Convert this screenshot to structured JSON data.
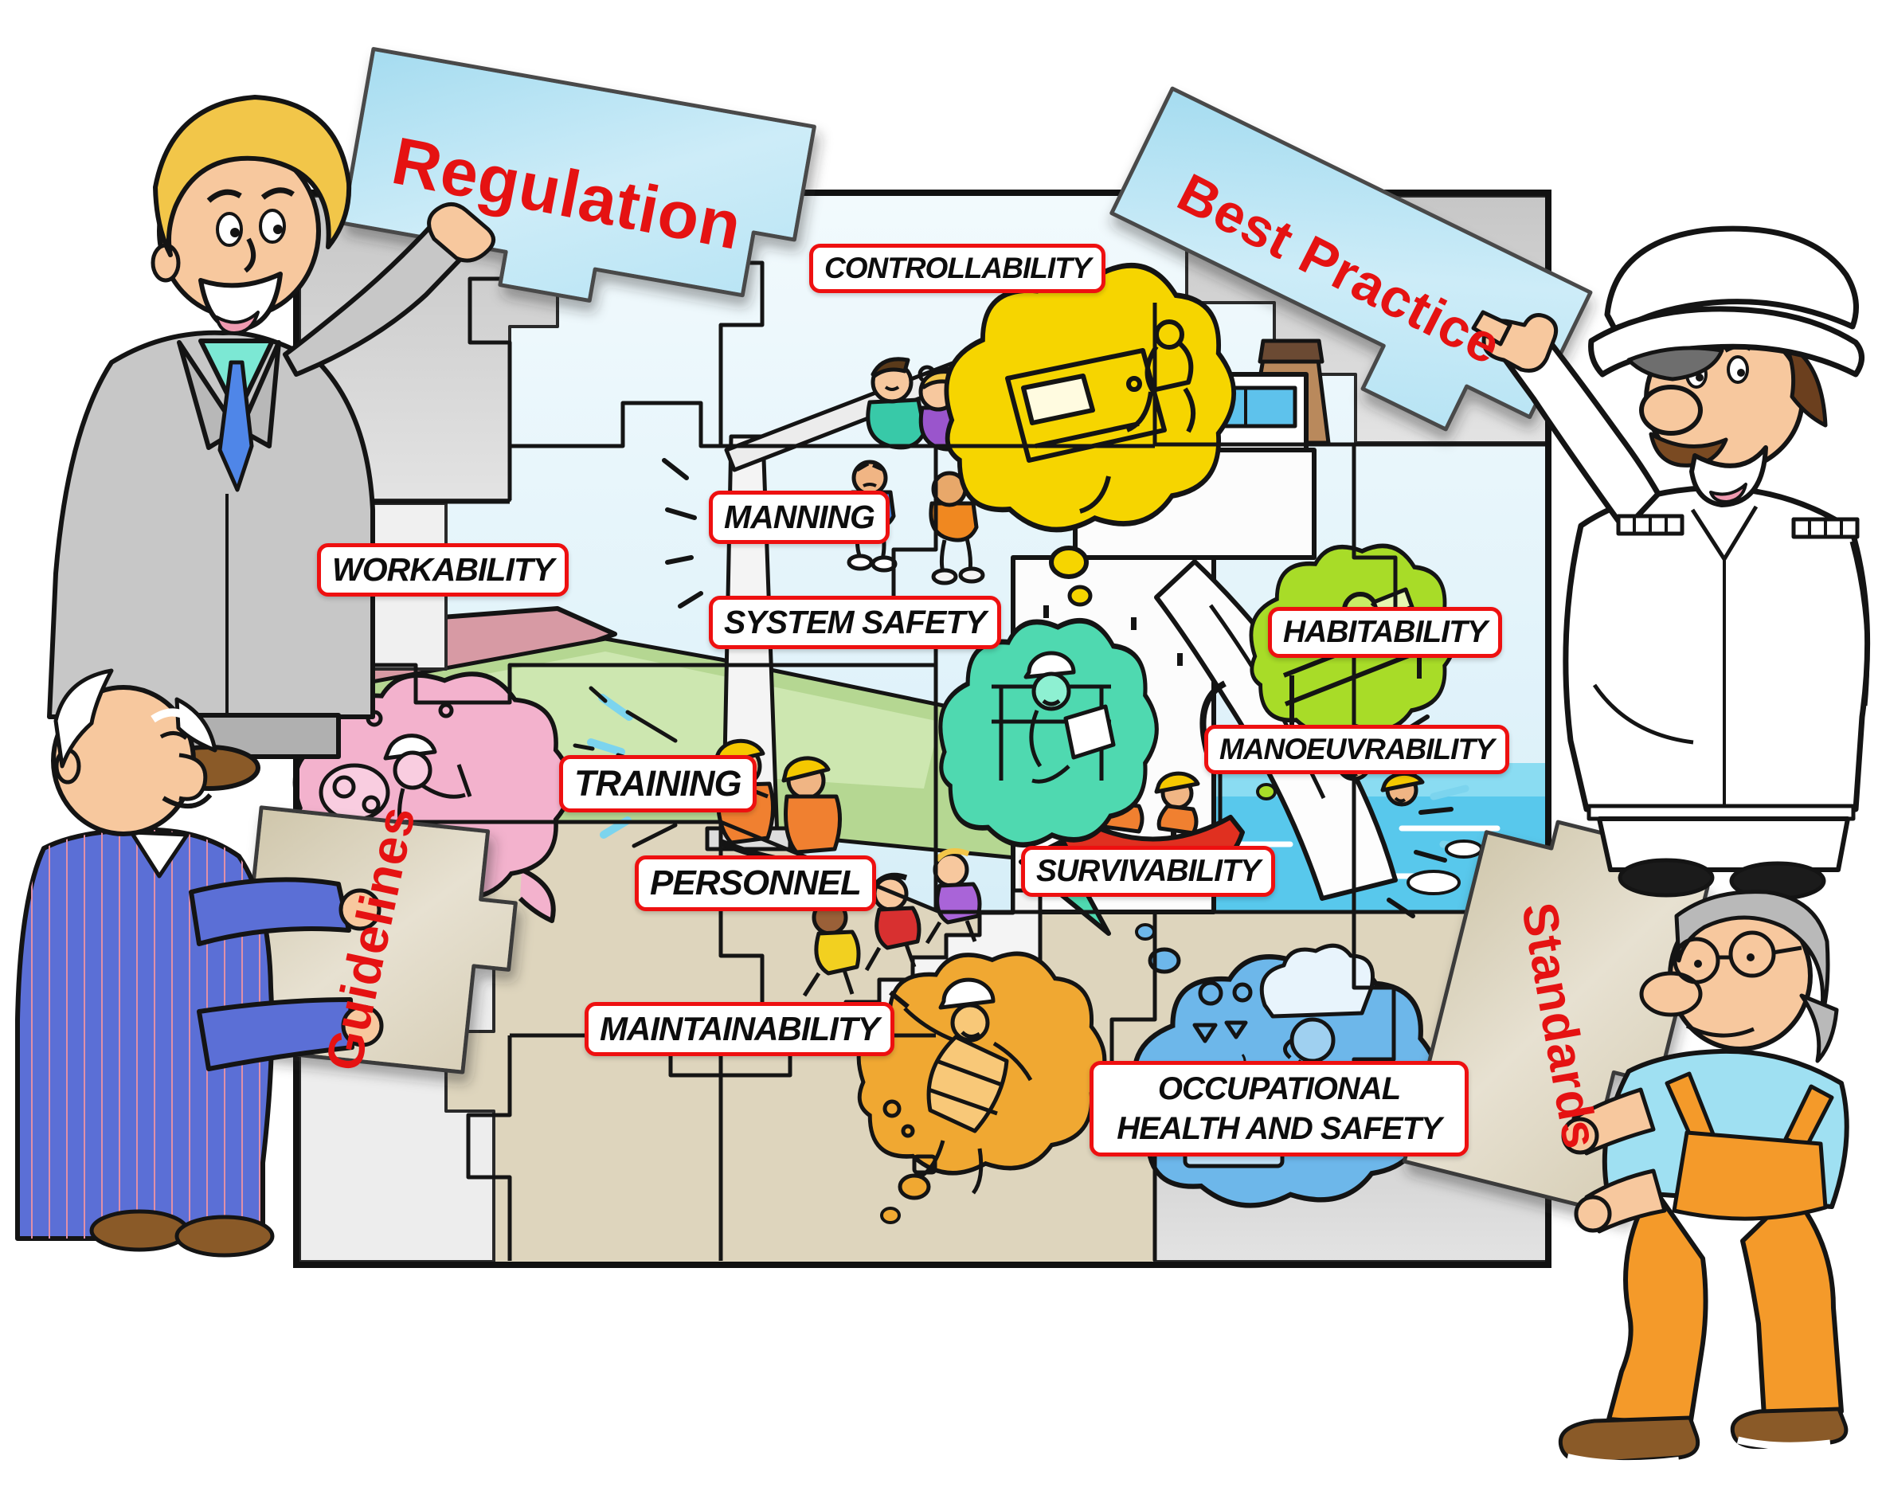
{
  "labels": [
    {
      "id": "controllability",
      "text": "CONTROLLABILITY"
    },
    {
      "id": "manning",
      "text": "MANNING"
    },
    {
      "id": "workability",
      "text": "WORKABILITY"
    },
    {
      "id": "system-safety",
      "text": "SYSTEM SAFETY"
    },
    {
      "id": "habitability",
      "text": "HABITABILITY"
    },
    {
      "id": "manoeuvrability",
      "text": "MANOEUVRABILITY"
    },
    {
      "id": "training",
      "text": "TRAINING"
    },
    {
      "id": "personnel",
      "text": "PERSONNEL"
    },
    {
      "id": "survivability",
      "text": "SURVIVABILITY"
    },
    {
      "id": "maintainability",
      "text": "MAINTAINABILITY"
    },
    {
      "id": "occupational-health-and-safety",
      "text": "OCCUPATIONAL HEALTH AND SAFETY"
    }
  ],
  "puzzle_pieces": [
    {
      "id": "regulation",
      "text": "Regulation",
      "holder": "manager-icon"
    },
    {
      "id": "best-practice",
      "text": "Best Practice",
      "holder": "captain-icon"
    },
    {
      "id": "guidelines",
      "text": "Guidelines",
      "holder": "elder-suit-man-icon"
    },
    {
      "id": "standards",
      "text": "Standards",
      "holder": "engineer-overalls-man-icon"
    }
  ],
  "thought_bubbles": [
    {
      "id": "controllability-bubble",
      "color": "#f6d500",
      "depicts": "operator-console-icon"
    },
    {
      "id": "system-safety-bubble",
      "color": "#4fd9b0",
      "depicts": "worker-reading-manual-icon"
    },
    {
      "id": "habitability-bubble",
      "color": "#a8dc28",
      "depicts": "sleeping-in-bunk-icon"
    },
    {
      "id": "workability-bubble",
      "color": "#f3b2cd",
      "depicts": "machine-operator-icon"
    },
    {
      "id": "maintainability-bubble",
      "color": "#f0a832",
      "depicts": "harness-climber-icon"
    },
    {
      "id": "occupational-health-bubble",
      "color": "#6db7ea",
      "depicts": "cook-galley-icon"
    }
  ],
  "colors": {
    "label_border": "#ee1010",
    "label_text": "#0d0d0d",
    "piece_text": "#e51212",
    "piece_blue": "#bfe6f5",
    "piece_beige": "#ddd5c0",
    "sky": "#e3f4fa",
    "sea": "#58c8ec",
    "grass": "#b5d792",
    "ground": "#ded5bd",
    "gap_gray": "#d2d2d2",
    "lifeboat_red": "#e03020"
  }
}
